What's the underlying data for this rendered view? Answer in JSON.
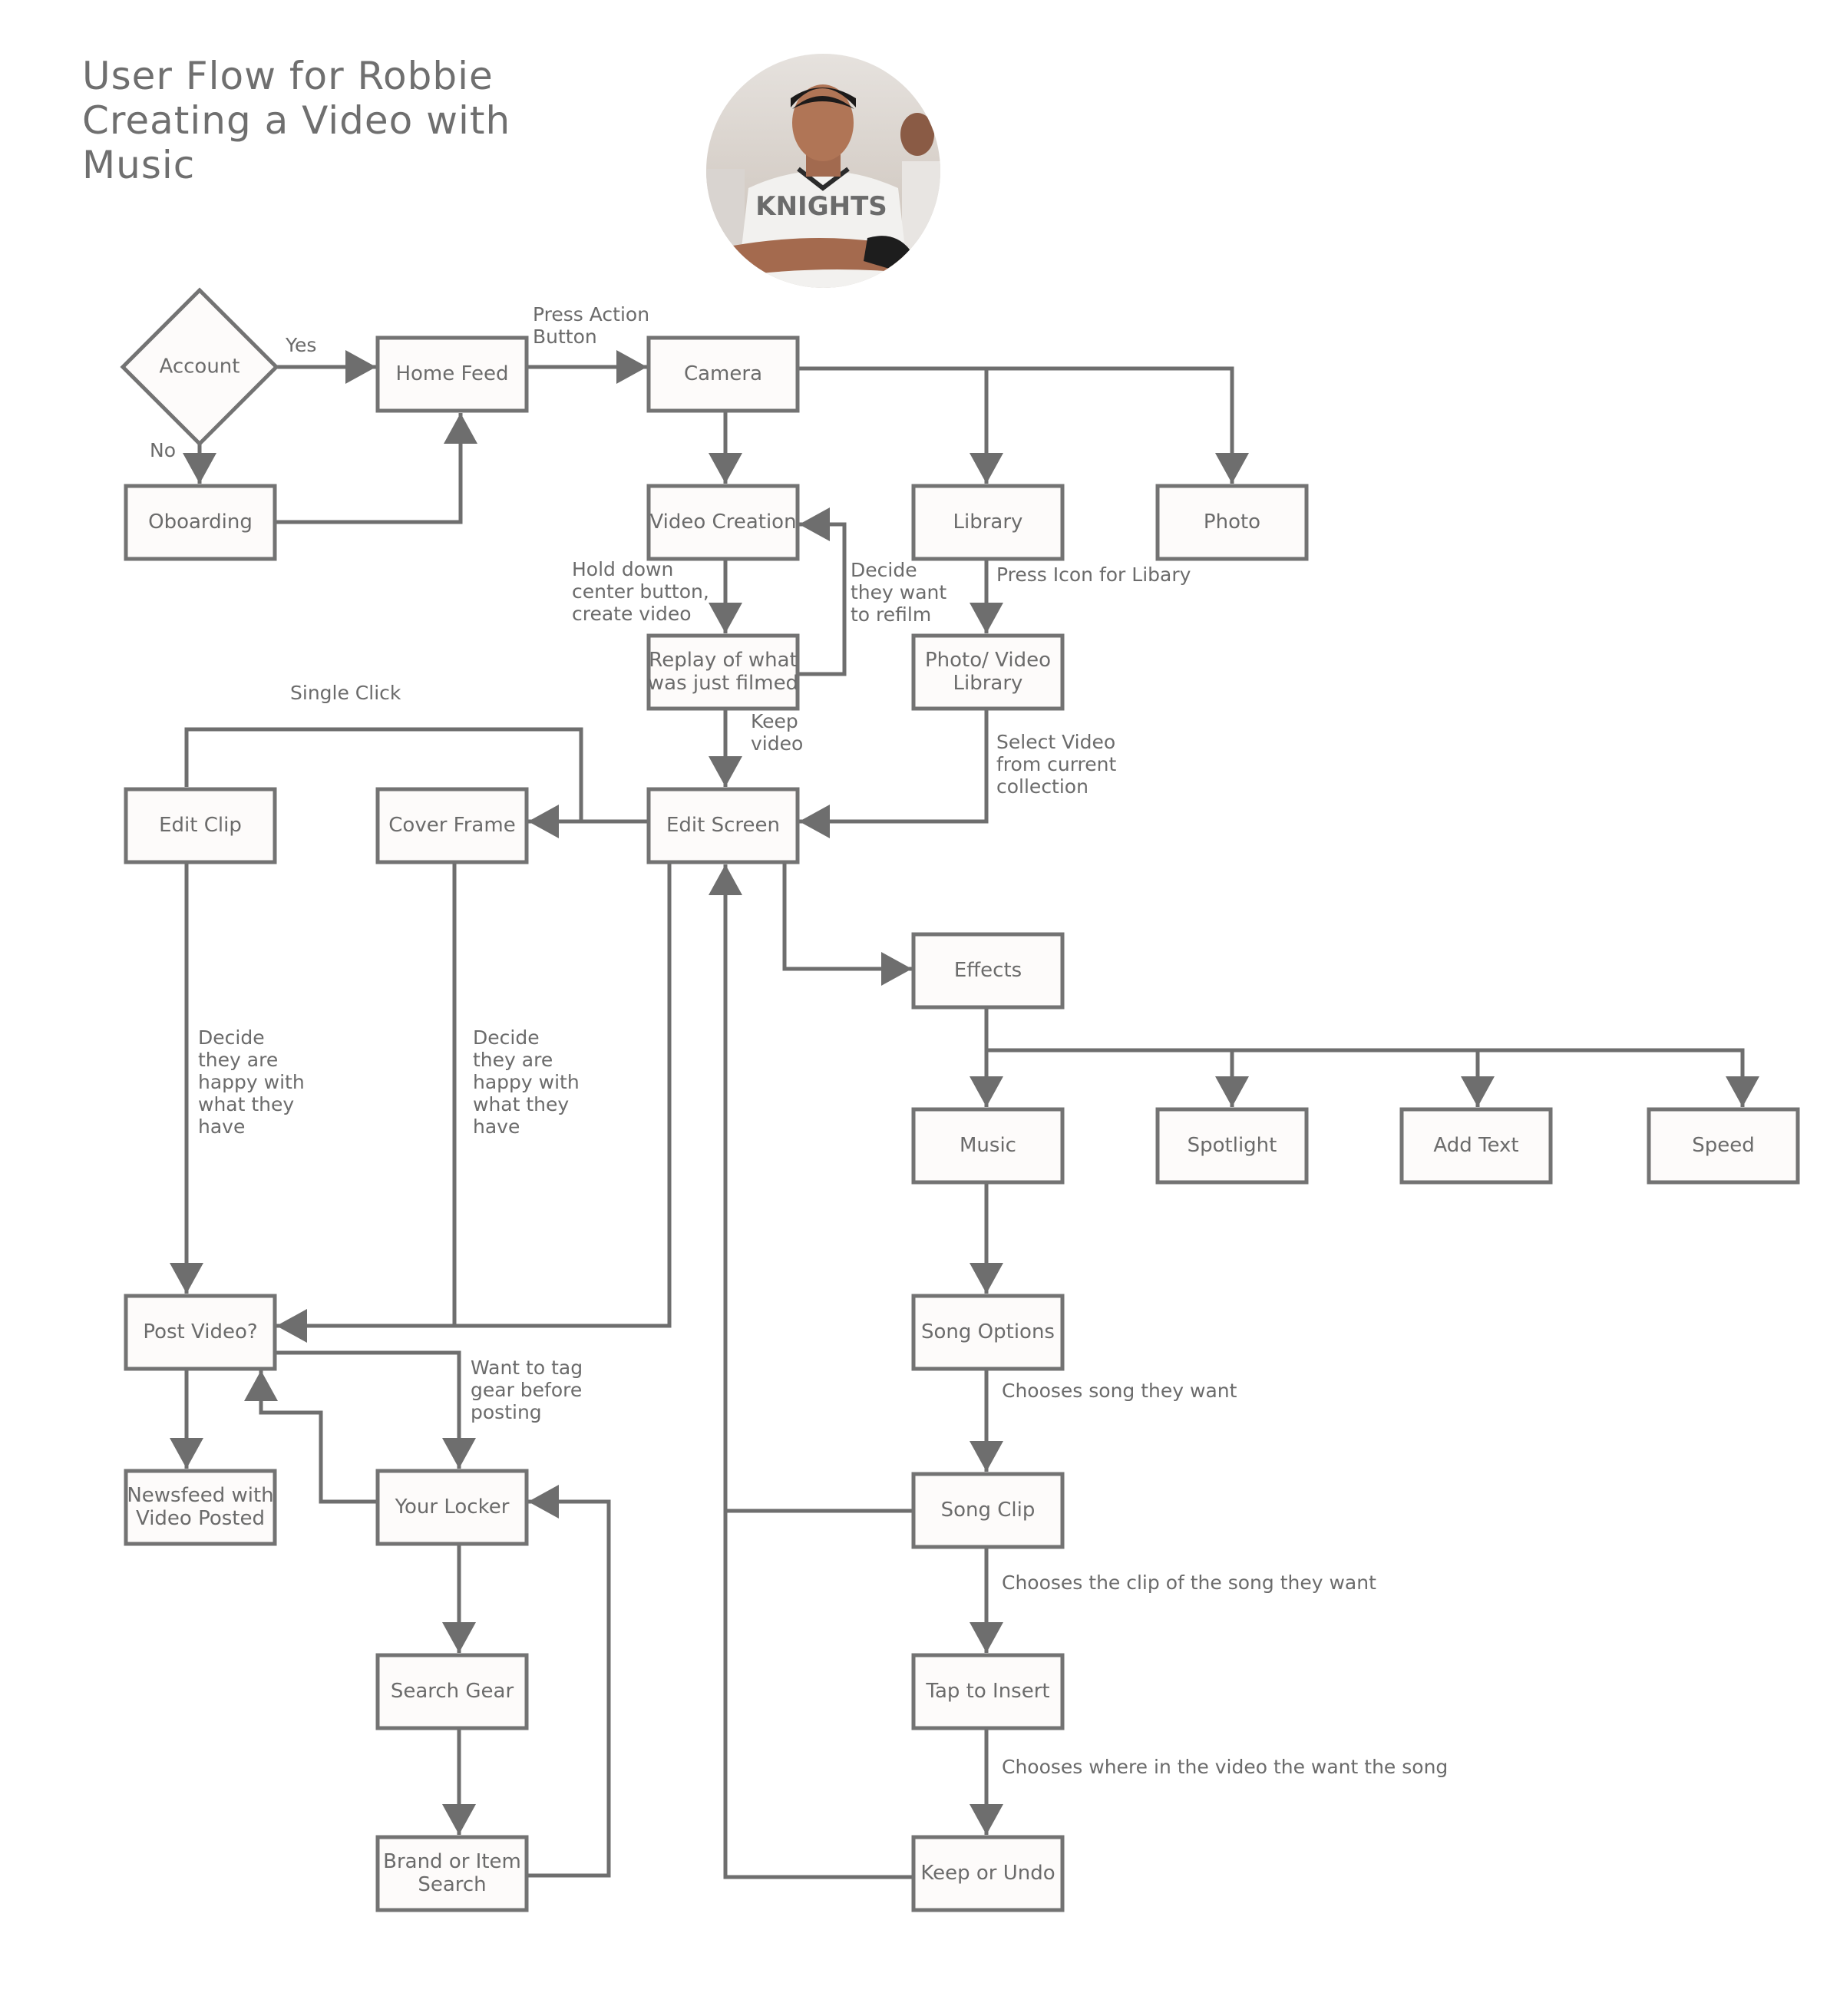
{
  "title_lines": [
    "User Flow for Robbie",
    "Creating a Video with",
    "Music"
  ],
  "avatar": {
    "description_icon": "person-photo-icon",
    "jersey_text": "KNIGHTS"
  },
  "colors": {
    "line": "#6e6e6e",
    "box_fill": "#fdfbfa",
    "box_stroke": "#737373",
    "text": "#6b6b6b"
  },
  "nodes": {
    "account": [
      "Account"
    ],
    "oboarding": [
      "Oboarding"
    ],
    "home_feed": [
      "Home Feed"
    ],
    "camera": [
      "Camera"
    ],
    "video_creation": [
      "Video Creation"
    ],
    "library": [
      "Library"
    ],
    "photo": [
      "Photo"
    ],
    "replay": [
      "Replay of what",
      "was just filmed"
    ],
    "photo_video_library": [
      "Photo/ Video",
      "Library"
    ],
    "edit_clip": [
      "Edit Clip"
    ],
    "cover_frame": [
      "Cover Frame"
    ],
    "edit_screen": [
      "Edit Screen"
    ],
    "effects": [
      "Effects"
    ],
    "music": [
      "Music"
    ],
    "spotlight": [
      "Spotlight"
    ],
    "add_text": [
      "Add Text"
    ],
    "speed": [
      "Speed"
    ],
    "post_video": [
      "Post Video?"
    ],
    "song_options": [
      "Song Options"
    ],
    "newsfeed": [
      "Newsfeed with",
      "Video Posted"
    ],
    "your_locker": [
      "Your Locker"
    ],
    "song_clip": [
      "Song Clip"
    ],
    "search_gear": [
      "Search Gear"
    ],
    "tap_to_insert": [
      "Tap to Insert"
    ],
    "brand_search": [
      "Brand or Item",
      "Search"
    ],
    "keep_or_undo": [
      "Keep or Undo"
    ]
  },
  "edge_labels": {
    "yes": [
      "Yes"
    ],
    "no": [
      "No"
    ],
    "press_action": [
      "Press Action",
      "Button"
    ],
    "hold_down": [
      "Hold down",
      "center button,",
      "create video"
    ],
    "refilm": [
      "Decide",
      "they want",
      "to refilm"
    ],
    "press_icon": [
      "Press Icon for Libary"
    ],
    "single_click": [
      "Single Click"
    ],
    "keep_video": [
      "Keep",
      "video"
    ],
    "select_video": [
      "Select Video",
      "from current",
      "collection"
    ],
    "decide_1": [
      "Decide",
      "they are",
      "happy with",
      "what they",
      "have"
    ],
    "decide_2": [
      "Decide",
      "they are",
      "happy with",
      "what they",
      "have"
    ],
    "tag_gear": [
      "Want to tag",
      "gear before",
      "posting"
    ],
    "chooses_song": [
      "Chooses song they want"
    ],
    "chooses_clip": [
      "Chooses the clip of the song they want"
    ],
    "chooses_where": [
      "Chooses where in the video the want the song"
    ]
  }
}
